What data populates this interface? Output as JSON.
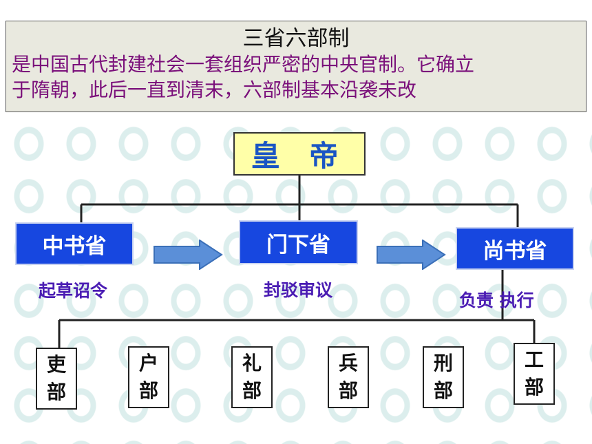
{
  "header": {
    "title": "三省六部制",
    "description_line1": "是中国古代封建社会一套组织严密的中央官制。它确立",
    "description_line2": "于隋朝，此后一直到清末，六部制基本沿袭未改"
  },
  "diagram": {
    "emperor": "皇 帝",
    "provinces": [
      {
        "name": "中书省",
        "role": "起草诏令"
      },
      {
        "name": "门下省",
        "role": "封驳审议"
      },
      {
        "name": "尚书省",
        "role": "负责 执行"
      }
    ],
    "ministries": [
      {
        "char1": "吏",
        "char2": "部"
      },
      {
        "char1": "户",
        "char2": "部"
      },
      {
        "char1": "礼",
        "char2": "部"
      },
      {
        "char1": "兵",
        "char2": "部"
      },
      {
        "char1": "刑",
        "char2": "部"
      },
      {
        "char1": "工",
        "char2": "部"
      }
    ],
    "colors": {
      "province_fill": "#1747e0",
      "emperor_fill": "#ffffa8",
      "emperor_text": "#1a55c4",
      "role_text": "#4a1cb3",
      "description_text": "#7a0f7a",
      "arrow_fill": "#5b8fd8"
    }
  }
}
